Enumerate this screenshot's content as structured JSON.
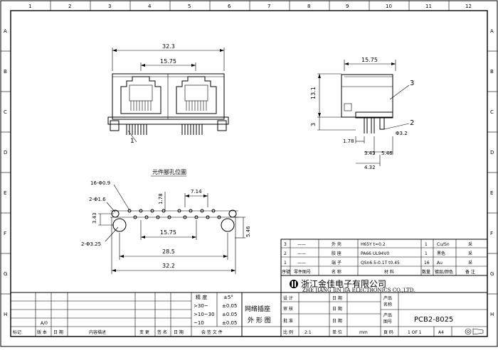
{
  "border": {
    "top_numbers": [
      "1",
      "2",
      "3",
      "4",
      "5",
      "6",
      "7",
      "8",
      "9",
      "10",
      "11",
      "12"
    ],
    "side_letters": [
      "A",
      "B",
      "C",
      "D",
      "E",
      "F",
      "G",
      "H"
    ]
  },
  "front_view": {
    "overall_width": "32.3",
    "port_pitch": "15.75",
    "part_callout": "1"
  },
  "side_view": {
    "top_dim": "15.75",
    "height_dim": "13.1",
    "pin_height": "3",
    "hole_dim": "Φ3.2",
    "pin_offset": "1.78",
    "dim_343": "3.43",
    "dim_546": "5.46",
    "dim_432": "4.32",
    "callout_3": "3",
    "callout_2": "2"
  },
  "layout": {
    "title": "元件腳孔位圖",
    "hole_16": "16-Φ0.9",
    "hole_2_16": "2-Φ1.6",
    "hole_2_325": "2-Φ3.25",
    "dim_714": "7.14",
    "dim_178": "1.78",
    "dim_343": "3.43",
    "dim_546": "5.46",
    "dim_1575": "15.75",
    "dim_285": "28.5",
    "dim_322": "32.2"
  },
  "bom": {
    "header": [
      "序號",
      "零件图号",
      "名 称",
      "材 料",
      "数量",
      "镀层/颜色",
      "备 注"
    ],
    "rows": [
      [
        "3",
        "——",
        "外 壳",
        "H65Y t=0.2",
        "1",
        "Cu/Sn",
        "采"
      ],
      [
        "2",
        "——",
        "胶 座",
        "PA66 UL94V0",
        "1",
        "黑色",
        "采"
      ],
      [
        "1",
        "——",
        "端 子",
        "QSn6.5-0.1T t0.45",
        "16",
        "Au",
        "采"
      ]
    ]
  },
  "company": {
    "name_cn": "浙江金佳电子有限公司",
    "name_en": "ZHE JIANG JIN JIA ELECTRONICS CO.,LTD."
  },
  "tolerance": {
    "header_left": "精 度",
    "header_right": "±5°",
    "rows": [
      [
        ">30~",
        "±0.05"
      ],
      [
        ">10~30",
        "±0.05"
      ],
      [
        "~10",
        "±0.05"
      ]
    ]
  },
  "revision": {
    "labels": [
      "标记",
      "版 本",
      "日 期",
      "内容描述",
      "变 更",
      "签 名",
      "日 期",
      "会 签 文 件"
    ],
    "version": "A/0"
  },
  "title_block": {
    "drawing_name": [
      "网络插座",
      "外 形 图"
    ],
    "rows": [
      "设 计",
      "审 核",
      "批 准",
      "比 例"
    ],
    "date_label": "日 期",
    "product_label": "产品\n名称",
    "product_no_label": "产品\n图号",
    "product_no": "PCB2-8025",
    "scale": "2:1",
    "unit_label": "单 位",
    "unit": "mm",
    "page_label": "頁 码",
    "page": "1 OF 1",
    "paper": "A4"
  }
}
